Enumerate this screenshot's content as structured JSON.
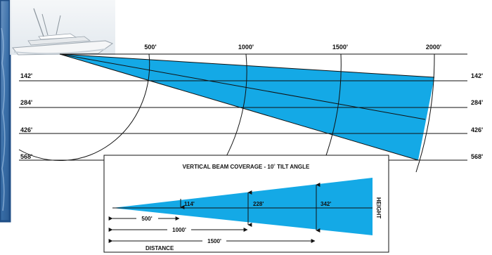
{
  "main": {
    "distance_labels": [
      "500'",
      "1000'",
      "1500'",
      "2000'"
    ],
    "depth_labels_left": [
      "142'",
      "284'",
      "426'",
      "568'"
    ],
    "depth_labels_right": [
      "142'",
      "284'",
      "426'",
      "568'"
    ]
  },
  "inset": {
    "title": "VERTICAL BEAM COVERAGE - 10˚ TILT ANGLE",
    "height_labels": [
      "114'",
      "228'",
      "342'"
    ],
    "distance_labels": [
      "500'",
      "1000'",
      "1500'"
    ],
    "distance_axis_label": "DISTANCE",
    "height_axis_label": "HEIGHT"
  },
  "colors": {
    "beam": "#14a9e6",
    "photo_water": "#3a6fa8",
    "frame": "#1f4e86",
    "line": "#111111"
  }
}
